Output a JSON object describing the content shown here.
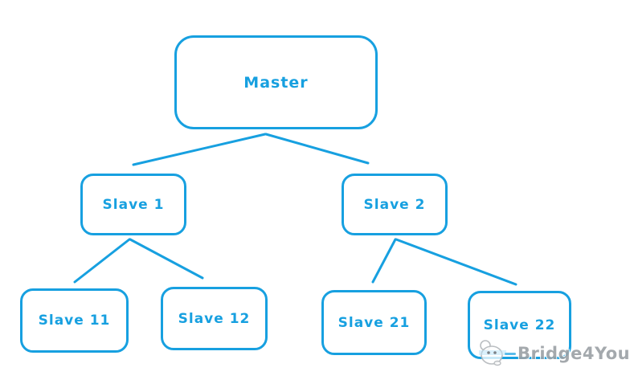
{
  "diagram": {
    "type": "tree",
    "nodes": {
      "master": {
        "label": "Master",
        "level": 0
      },
      "slave1": {
        "label": "Slave 1",
        "level": 1
      },
      "slave2": {
        "label": "Slave 2",
        "level": 1
      },
      "slave11": {
        "label": "Slave 11",
        "level": 2
      },
      "slave12": {
        "label": "Slave 12",
        "level": 2
      },
      "slave21": {
        "label": "Slave 21",
        "level": 2
      },
      "slave22": {
        "label": "Slave 22",
        "level": 2
      }
    },
    "edges": [
      {
        "from": "master",
        "to": "slave1"
      },
      {
        "from": "master",
        "to": "slave2"
      },
      {
        "from": "slave1",
        "to": "slave11"
      },
      {
        "from": "slave1",
        "to": "slave12"
      },
      {
        "from": "slave2",
        "to": "slave21"
      },
      {
        "from": "slave2",
        "to": "slave22"
      }
    ],
    "colors": {
      "node_stroke": "#17a0e0",
      "node_text": "#17a0e0",
      "edge": "#17a0e0",
      "background": "#ffffff",
      "watermark_text": "#8a8f95"
    },
    "watermark": {
      "text": "Bridge4You",
      "logo": "mascot-logo"
    }
  }
}
